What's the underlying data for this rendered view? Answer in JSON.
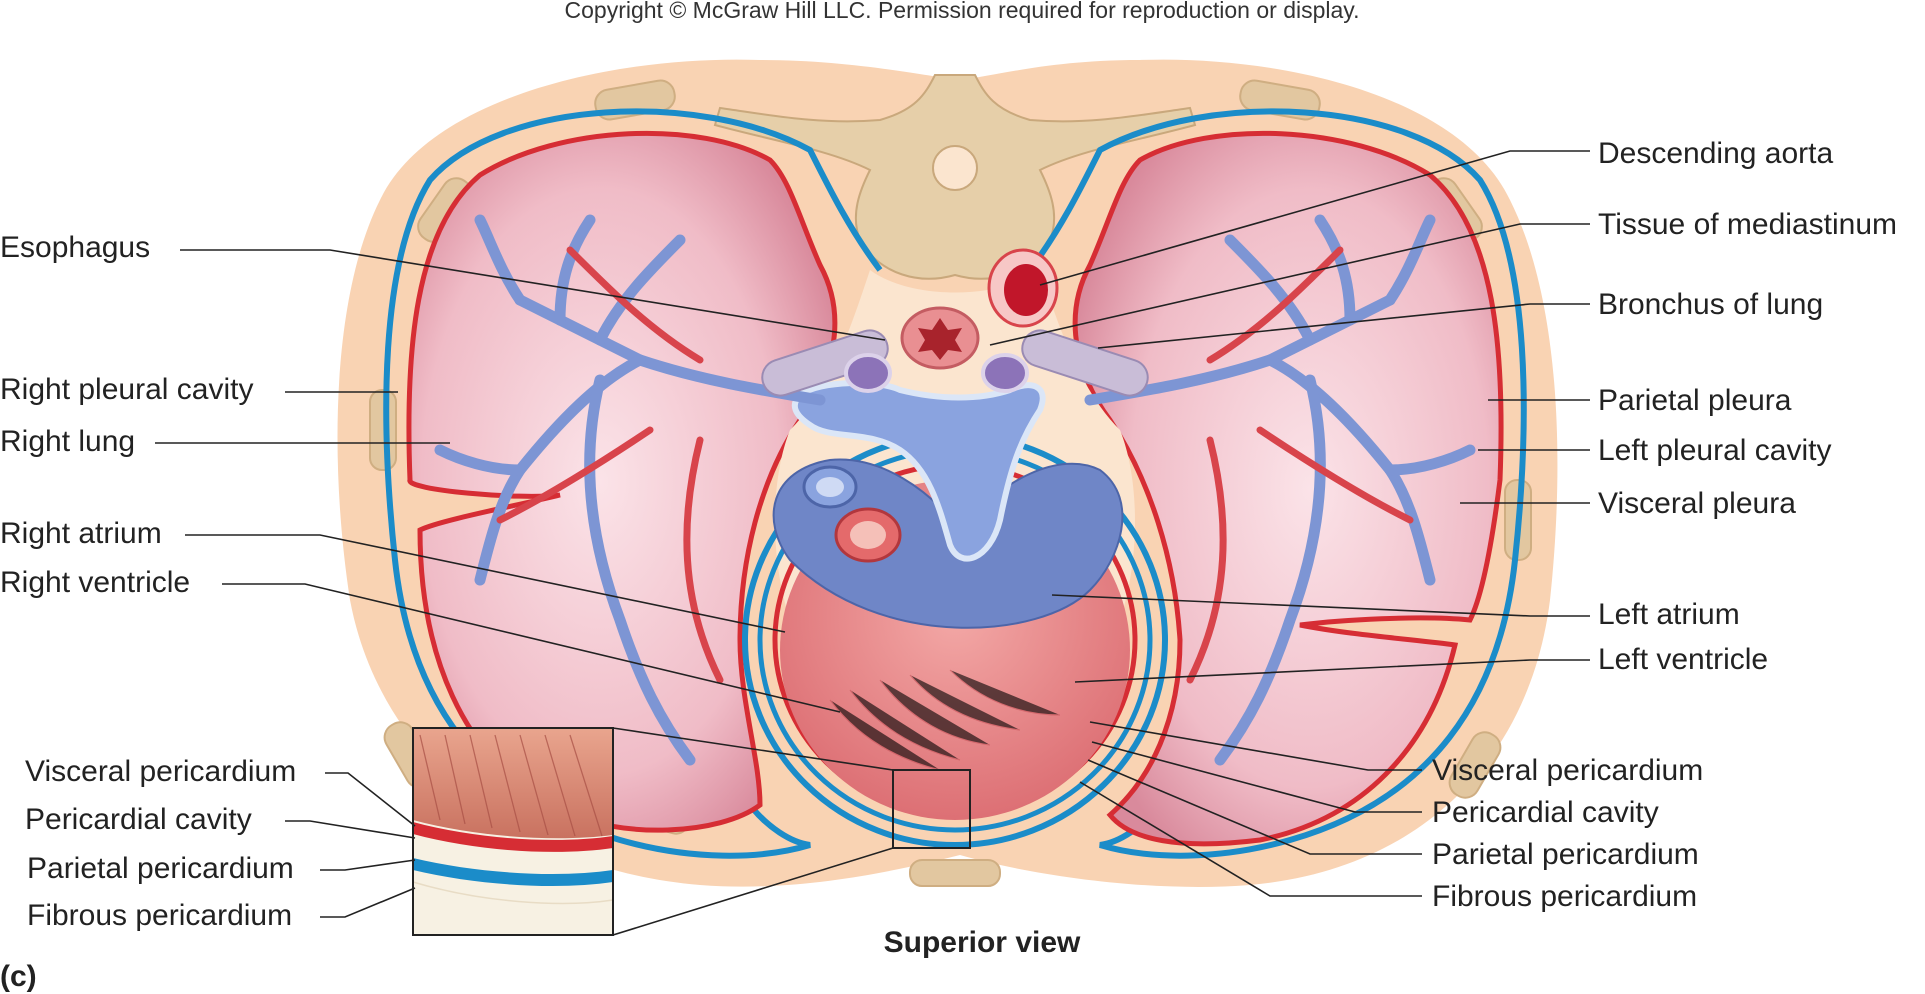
{
  "copyright": "Copyright © McGraw Hill LLC. Permission required for reproduction or display.",
  "view_label": "Superior view",
  "panel_label": "(c)",
  "labels": {
    "esophagus": "Esophagus",
    "right_pleural_cavity": "Right pleural cavity",
    "right_lung": "Right lung",
    "right_atrium": "Right atrium",
    "right_ventricle": "Right ventricle",
    "descending_aorta": "Descending aorta",
    "tissue_of_mediastinum": "Tissue of mediastinum",
    "bronchus_of_lung": "Bronchus of lung",
    "parietal_pleura": "Parietal pleura",
    "left_pleural_cavity": "Left pleural cavity",
    "visceral_pleura": "Visceral pleura",
    "left_atrium": "Left atrium",
    "left_ventricle": "Left ventricle",
    "visceral_pericardium_right": "Visceral pericardium",
    "pericardial_cavity_right": "Pericardial cavity",
    "parietal_pericardium_right": "Parietal pericardium",
    "fibrous_pericardium_right": "Fibrous pericardium",
    "visceral_pericardium_inset": "Visceral pericardium",
    "pericardial_cavity_inset": "Pericardial cavity",
    "parietal_pericardium_inset": "Parietal pericardium",
    "fibrous_pericardium_inset": "Fibrous pericardium"
  },
  "colors": {
    "skin": "#f9d3b3",
    "bone": "#e6cfa9",
    "lung_tissue": "#e8a7b4",
    "visceral_pleura": "#d62d34",
    "parietal_pleura": "#1b8cc9",
    "vein_blue": "#7d95d4",
    "artery_red": "#d8444b",
    "heart_muscle": "#e07a7d",
    "mediastinum": "#fbe5cf"
  }
}
